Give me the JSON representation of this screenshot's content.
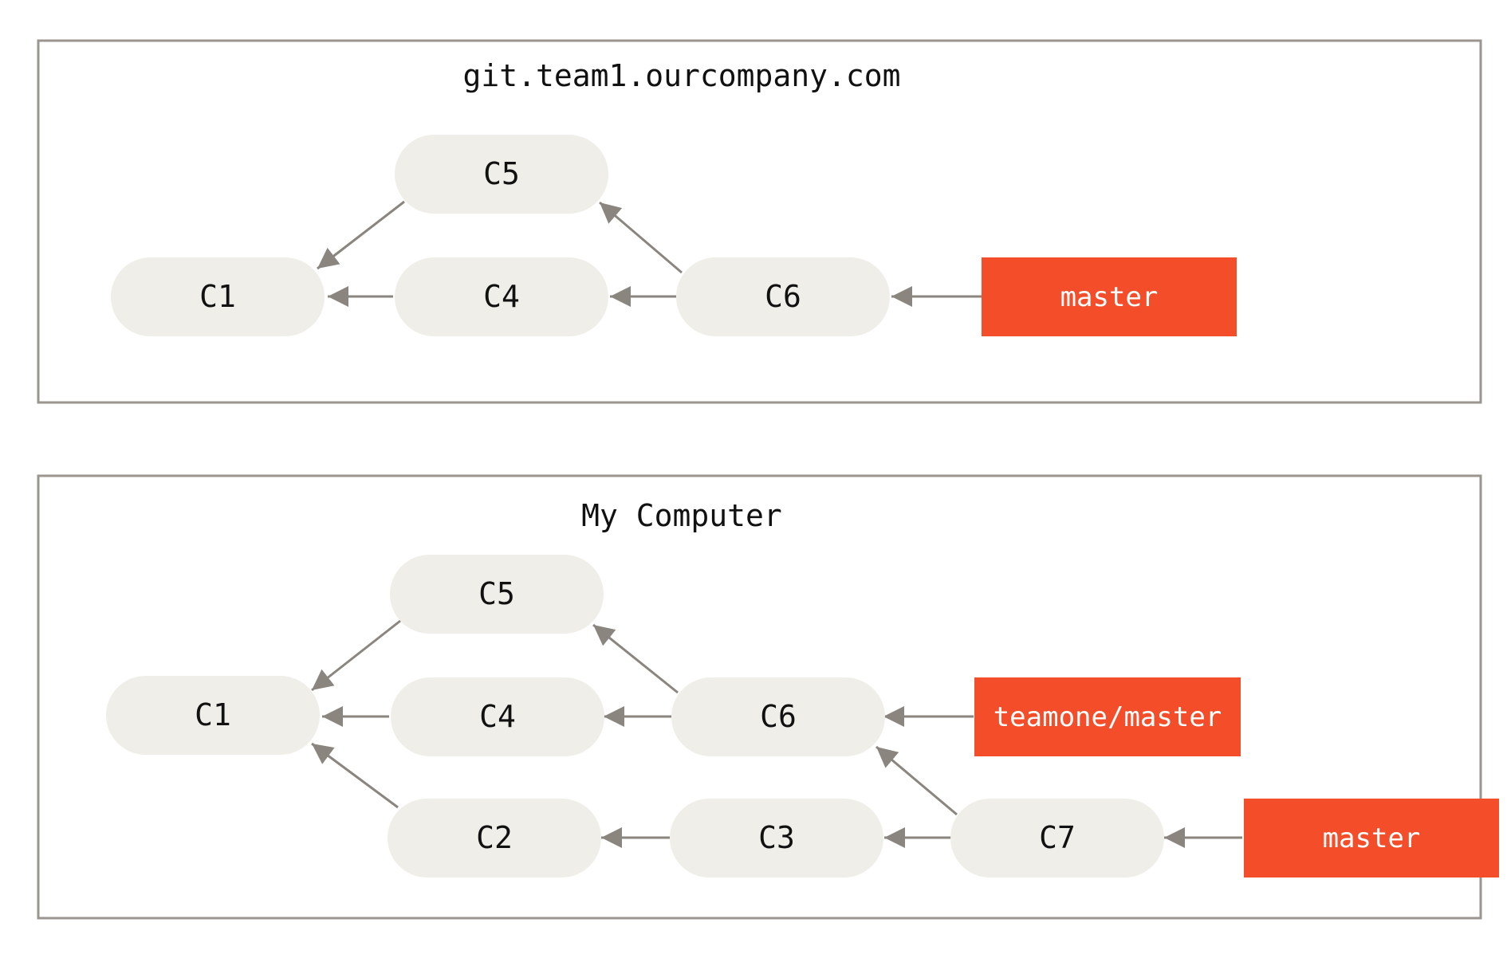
{
  "colors": {
    "frame": "#9a958f",
    "commit_fill": "#efeee8",
    "ref_fill": "#f44d2a",
    "ref_text": "#ffffff",
    "arrow": "#8a857e",
    "text": "#111111"
  },
  "panels": [
    {
      "id": "remote",
      "title": "git.team1.ourcompany.com",
      "commits": [
        "C1",
        "C4",
        "C5",
        "C6"
      ],
      "refs": [
        {
          "id": "master",
          "label": "master",
          "points_to": "C6"
        }
      ],
      "edges": [
        {
          "from": "C4",
          "to": "C1"
        },
        {
          "from": "C5",
          "to": "C1"
        },
        {
          "from": "C6",
          "to": "C4"
        },
        {
          "from": "C6",
          "to": "C5"
        }
      ]
    },
    {
      "id": "local",
      "title": "My Computer",
      "commits": [
        "C1",
        "C2",
        "C3",
        "C4",
        "C5",
        "C6",
        "C7"
      ],
      "refs": [
        {
          "id": "teamone-master",
          "label": "teamone/master",
          "points_to": "C6"
        },
        {
          "id": "master",
          "label": "master",
          "points_to": "C7"
        }
      ],
      "edges": [
        {
          "from": "C2",
          "to": "C1"
        },
        {
          "from": "C3",
          "to": "C2"
        },
        {
          "from": "C4",
          "to": "C1"
        },
        {
          "from": "C5",
          "to": "C1"
        },
        {
          "from": "C6",
          "to": "C4"
        },
        {
          "from": "C6",
          "to": "C5"
        },
        {
          "from": "C7",
          "to": "C3"
        },
        {
          "from": "C7",
          "to": "C6"
        }
      ]
    }
  ]
}
